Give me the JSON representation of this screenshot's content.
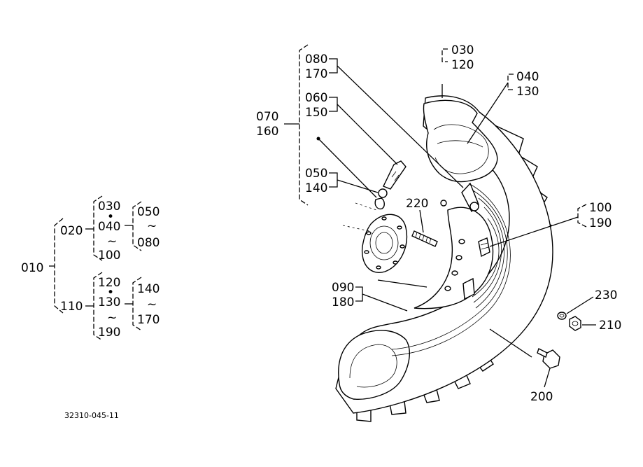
{
  "drawing_number": "32310-045-11",
  "tree": {
    "root": "010",
    "group_a": {
      "label": "020",
      "parts": [
        "030",
        "•",
        "040",
        "~",
        "100"
      ],
      "range": [
        "050",
        "~",
        "080"
      ]
    },
    "group_b": {
      "label": "110",
      "parts": [
        "120",
        "•",
        "130",
        "~",
        "190"
      ],
      "range": [
        "140",
        "~",
        "170"
      ]
    }
  },
  "callouts": {
    "c030": "030",
    "c120": "120",
    "c040": "040",
    "c130": "130",
    "c080": "080",
    "c170": "170",
    "c060": "060",
    "c150": "150",
    "c070": "070",
    "c160": "160",
    "c050": "050",
    "c140": "140",
    "c220": "220",
    "c100": "100",
    "c190": "190",
    "c090": "090",
    "c180": "180",
    "c230": "230",
    "c210": "210",
    "c200": "200"
  }
}
